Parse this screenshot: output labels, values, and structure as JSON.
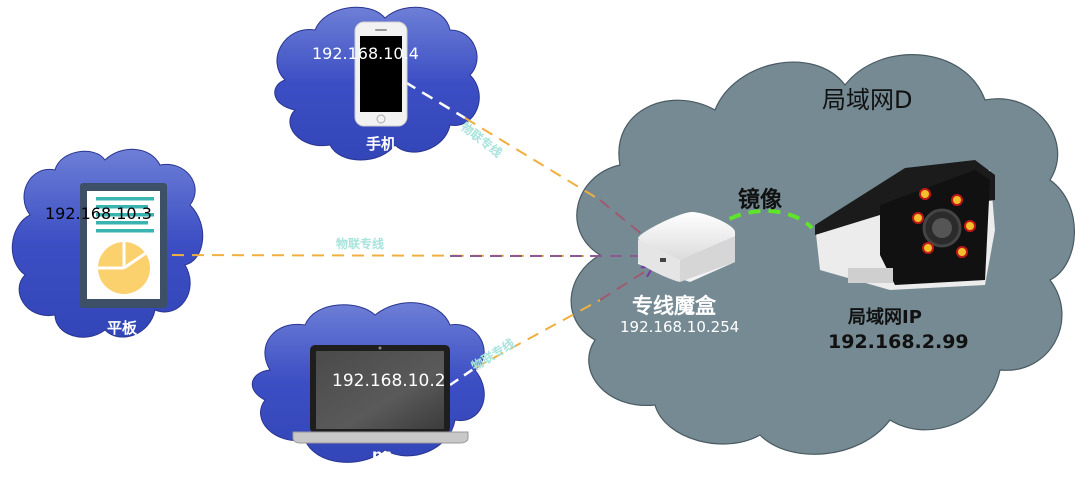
{
  "lan_cloud": {
    "title": "局域网D"
  },
  "devices": {
    "phone": {
      "ip": "192.168.10.4",
      "name": "手机"
    },
    "tablet": {
      "ip": "192.168.10.3",
      "name": "平板"
    },
    "pc": {
      "ip": "192.168.10.2",
      "name": "pc"
    },
    "box": {
      "name": "专线魔盒",
      "ip": "192.168.10.254"
    },
    "camera": {
      "name": "局域网IP",
      "ip": "192.168.2.99"
    }
  },
  "links": {
    "phone_label": "物联专线",
    "tablet_label": "物联专线",
    "pc_label": "物联专线",
    "mirror_label": "镜像"
  },
  "colors": {
    "device_cloud": "#3f51c6",
    "lan_cloud": "#758a93",
    "link_line": "#f0b040",
    "arrow": "#7a3fa0",
    "mirror_line": "#5ee52a",
    "link_label": "#a8e3dc"
  }
}
